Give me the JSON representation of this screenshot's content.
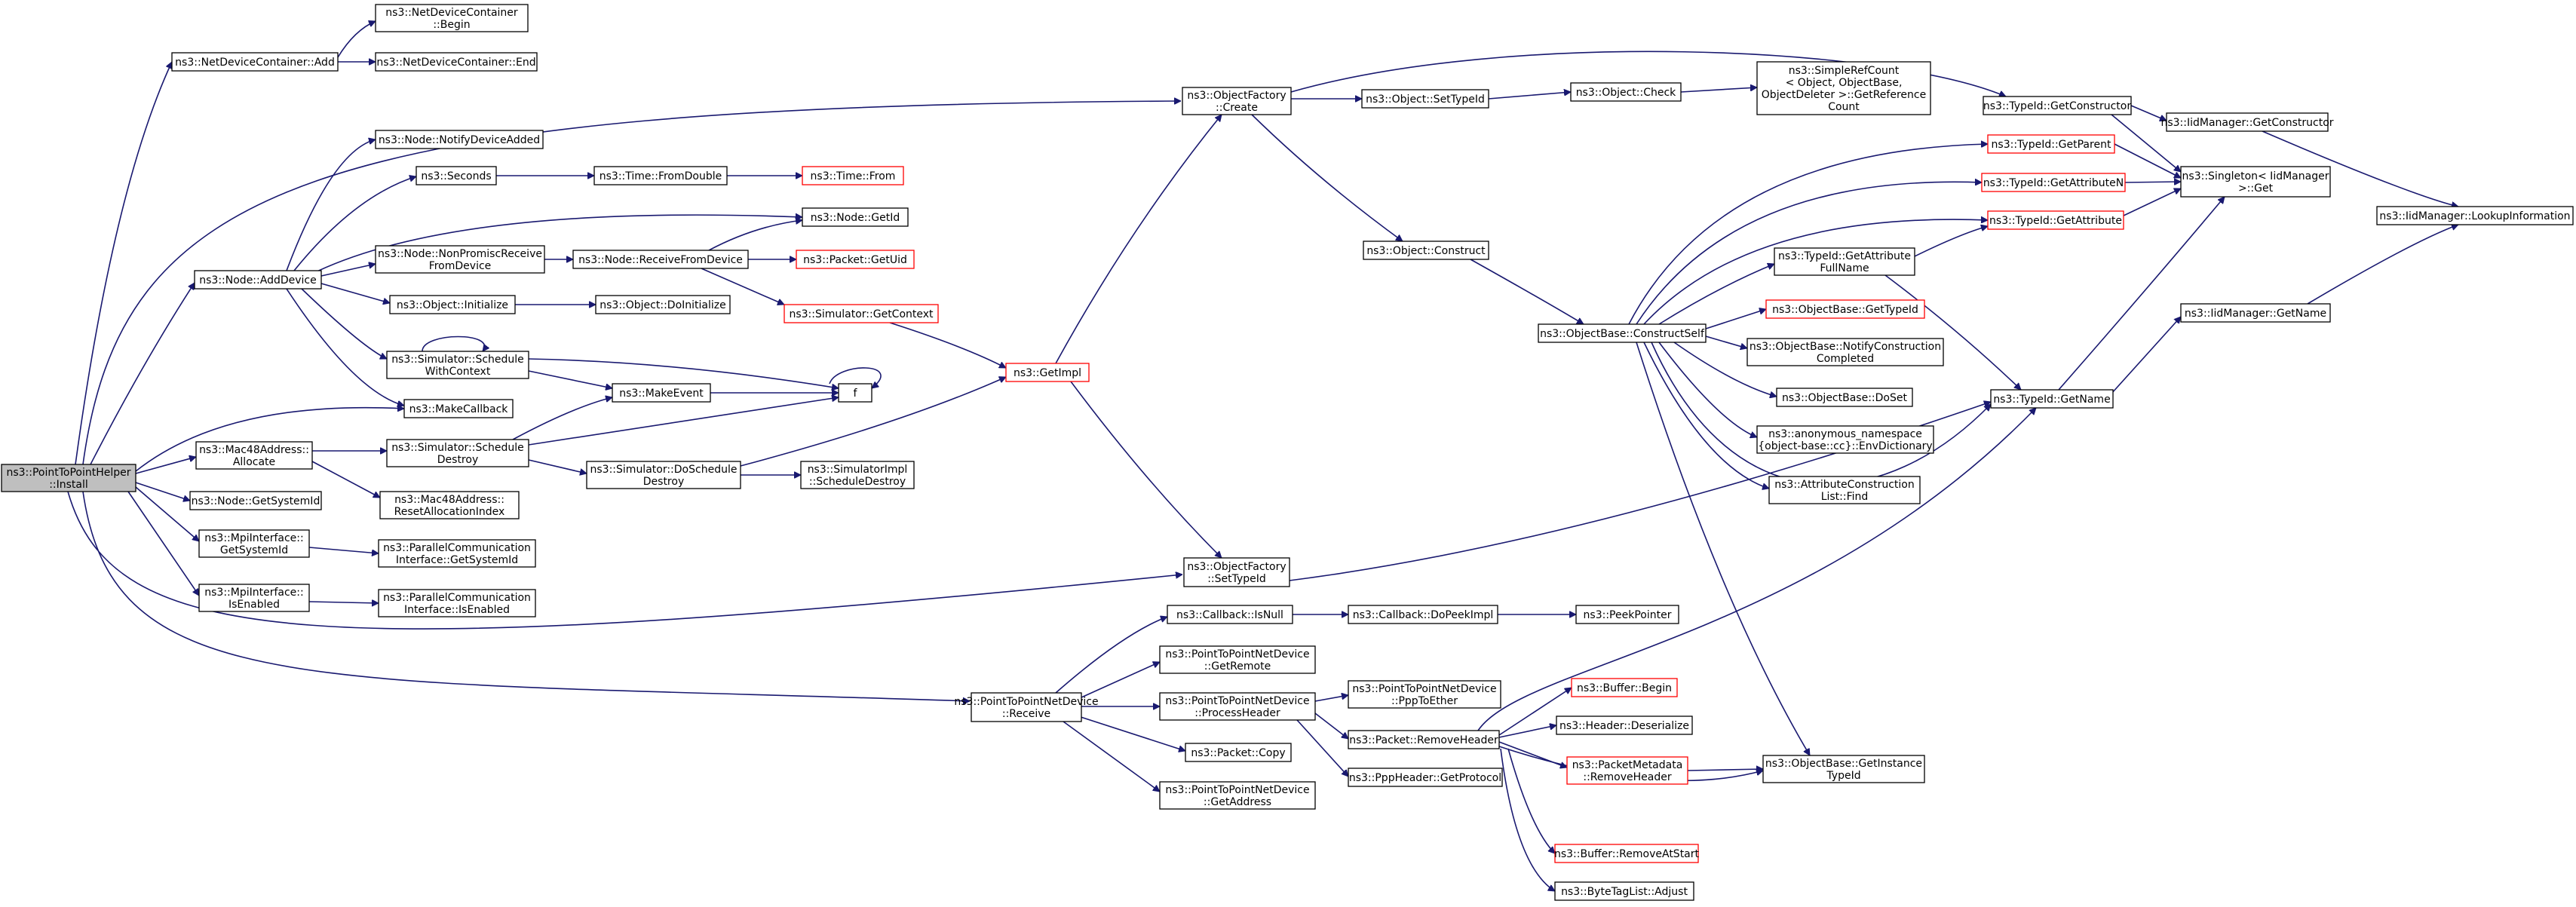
{
  "graph": {
    "nodes": [
      {
        "id": "root",
        "lines": [
          "ns3::PointToPointHelper",
          "::Install"
        ],
        "style": "root"
      },
      {
        "id": "ndc_add",
        "lines": [
          "ns3::NetDeviceContainer::Add"
        ]
      },
      {
        "id": "ndc_begin",
        "lines": [
          "ns3::NetDeviceContainer",
          "::Begin"
        ]
      },
      {
        "id": "ndc_end",
        "lines": [
          "ns3::NetDeviceContainer::End"
        ]
      },
      {
        "id": "node_notify",
        "lines": [
          "ns3::Node::NotifyDeviceAdded"
        ]
      },
      {
        "id": "seconds",
        "lines": [
          "ns3::Seconds"
        ]
      },
      {
        "id": "time_fromdouble",
        "lines": [
          "ns3::Time::FromDouble"
        ]
      },
      {
        "id": "time_from",
        "lines": [
          "ns3::Time::From"
        ],
        "style": "red"
      },
      {
        "id": "node_getid",
        "lines": [
          "ns3::Node::GetId"
        ]
      },
      {
        "id": "node_adddevice",
        "lines": [
          "ns3::Node::AddDevice"
        ]
      },
      {
        "id": "node_nonpromisc",
        "lines": [
          "ns3::Node::NonPromiscReceive",
          "FromDevice"
        ]
      },
      {
        "id": "node_receivefrom",
        "lines": [
          "ns3::Node::ReceiveFromDevice"
        ]
      },
      {
        "id": "packet_getuid",
        "lines": [
          "ns3::Packet::GetUid"
        ],
        "style": "red"
      },
      {
        "id": "sim_getcontext",
        "lines": [
          "ns3::Simulator::GetContext"
        ],
        "style": "red"
      },
      {
        "id": "obj_initialize",
        "lines": [
          "ns3::Object::Initialize"
        ]
      },
      {
        "id": "obj_doinitialize",
        "lines": [
          "ns3::Object::DoInitialize"
        ]
      },
      {
        "id": "sim_schedwithctx",
        "lines": [
          "ns3::Simulator::Schedule",
          "WithContext"
        ]
      },
      {
        "id": "makeevent",
        "lines": [
          "ns3::MakeEvent"
        ]
      },
      {
        "id": "f",
        "lines": [
          "f"
        ]
      },
      {
        "id": "makecallback",
        "lines": [
          "ns3::MakeCallback"
        ]
      },
      {
        "id": "mac48_allocate",
        "lines": [
          "ns3::Mac48Address::",
          "Allocate"
        ]
      },
      {
        "id": "sim_scheddestroy",
        "lines": [
          "ns3::Simulator::Schedule",
          "Destroy"
        ]
      },
      {
        "id": "sim_doscheddestroy",
        "lines": [
          "ns3::Simulator::DoSchedule",
          "Destroy"
        ]
      },
      {
        "id": "simimpl_scheddestroy",
        "lines": [
          "ns3::SimulatorImpl",
          "::ScheduleDestroy"
        ]
      },
      {
        "id": "mac48_reset",
        "lines": [
          "ns3::Mac48Address::",
          "ResetAllocationIndex"
        ]
      },
      {
        "id": "node_getsystemid",
        "lines": [
          "ns3::Node::GetSystemId"
        ]
      },
      {
        "id": "mpi_getsystemid",
        "lines": [
          "ns3::MpiInterface::",
          "GetSystemId"
        ]
      },
      {
        "id": "pci_getsystemid",
        "lines": [
          "ns3::ParallelCommunication",
          "Interface::GetSystemId"
        ]
      },
      {
        "id": "mpi_isenabled",
        "lines": [
          "ns3::MpiInterface::",
          "IsEnabled"
        ]
      },
      {
        "id": "pci_isenabled",
        "lines": [
          "ns3::ParallelCommunication",
          "Interface::IsEnabled"
        ]
      },
      {
        "id": "getimpl",
        "lines": [
          "ns3::GetImpl"
        ],
        "style": "red"
      },
      {
        "id": "of_create",
        "lines": [
          "ns3::ObjectFactory",
          "::Create"
        ]
      },
      {
        "id": "obj_settypeid",
        "lines": [
          "ns3::Object::SetTypeId"
        ]
      },
      {
        "id": "obj_check",
        "lines": [
          "ns3::Object::Check"
        ]
      },
      {
        "id": "simplerefcount",
        "lines": [
          "ns3::SimpleRefCount",
          "< Object, ObjectBase,",
          "ObjectDeleter >::GetReference",
          "Count"
        ]
      },
      {
        "id": "obj_construct",
        "lines": [
          "ns3::Object::Construct"
        ]
      },
      {
        "id": "ob_constructself",
        "lines": [
          "ns3::ObjectBase::ConstructSelf"
        ]
      },
      {
        "id": "typeid_getattrfullname",
        "lines": [
          "ns3::TypeId::GetAttribute",
          "FullName"
        ]
      },
      {
        "id": "ob_gettypeid",
        "lines": [
          "ns3::ObjectBase::GetTypeId"
        ],
        "style": "red"
      },
      {
        "id": "ob_notifyconstruction",
        "lines": [
          "ns3::ObjectBase::NotifyConstruction",
          "Completed"
        ]
      },
      {
        "id": "ob_doset",
        "lines": [
          "ns3::ObjectBase::DoSet"
        ]
      },
      {
        "id": "anon_envdict",
        "lines": [
          "ns3::anonymous_namespace",
          "{object-base::cc}::EnvDictionary"
        ]
      },
      {
        "id": "attrconst_find",
        "lines": [
          "ns3::AttributeConstruction",
          "List::Find"
        ]
      },
      {
        "id": "typeid_getconstructor",
        "lines": [
          "ns3::TypeId::GetConstructor"
        ]
      },
      {
        "id": "typeid_getparent",
        "lines": [
          "ns3::TypeId::GetParent"
        ],
        "style": "red"
      },
      {
        "id": "typeid_getattributen",
        "lines": [
          "ns3::TypeId::GetAttributeN"
        ],
        "style": "red"
      },
      {
        "id": "typeid_getattribute",
        "lines": [
          "ns3::TypeId::GetAttribute"
        ],
        "style": "red"
      },
      {
        "id": "iidmgr_getconstructor",
        "lines": [
          "ns3::IidManager::GetConstructor"
        ]
      },
      {
        "id": "singleton_get",
        "lines": [
          "ns3::Singleton< IidManager",
          "  >::Get"
        ]
      },
      {
        "id": "iidmgr_lookup",
        "lines": [
          "ns3::IidManager::LookupInformation"
        ]
      },
      {
        "id": "iidmgr_getname",
        "lines": [
          "ns3::IidManager::GetName"
        ]
      },
      {
        "id": "typeid_getname",
        "lines": [
          "ns3::TypeId::GetName"
        ]
      },
      {
        "id": "of_settypeid",
        "lines": [
          "ns3::ObjectFactory",
          "::SetTypeId"
        ]
      },
      {
        "id": "p2p_receive",
        "lines": [
          "ns3::PointToPointNetDevice",
          "::Receive"
        ]
      },
      {
        "id": "cb_isnull",
        "lines": [
          "ns3::Callback::IsNull"
        ]
      },
      {
        "id": "cb_dopeekimpl",
        "lines": [
          "ns3::Callback::DoPeekImpl"
        ]
      },
      {
        "id": "peekpointer",
        "lines": [
          "ns3::PeekPointer"
        ]
      },
      {
        "id": "p2p_getremote",
        "lines": [
          "ns3::PointToPointNetDevice",
          "::GetRemote"
        ]
      },
      {
        "id": "p2p_processheader",
        "lines": [
          "ns3::PointToPointNetDevice",
          "::ProcessHeader"
        ]
      },
      {
        "id": "p2p_ppptoether",
        "lines": [
          "ns3::PointToPointNetDevice",
          "::PppToEther"
        ]
      },
      {
        "id": "packet_removeheader",
        "lines": [
          "ns3::Packet::RemoveHeader"
        ]
      },
      {
        "id": "pppheader_getprotocol",
        "lines": [
          "ns3::PppHeader::GetProtocol"
        ]
      },
      {
        "id": "packet_copy",
        "lines": [
          "ns3::Packet::Copy"
        ]
      },
      {
        "id": "p2p_getaddress",
        "lines": [
          "ns3::PointToPointNetDevice",
          "::GetAddress"
        ]
      },
      {
        "id": "buffer_begin",
        "lines": [
          "ns3::Buffer::Begin"
        ],
        "style": "red"
      },
      {
        "id": "header_deserialize",
        "lines": [
          "ns3::Header::Deserialize"
        ]
      },
      {
        "id": "pm_removeheader",
        "lines": [
          "ns3::PacketMetadata",
          "::RemoveHeader"
        ],
        "style": "red"
      },
      {
        "id": "ob_getinstancetypeid",
        "lines": [
          "ns3::ObjectBase::GetInstance",
          "TypeId"
        ]
      },
      {
        "id": "buffer_removeatstart",
        "lines": [
          "ns3::Buffer::RemoveAtStart"
        ],
        "style": "red"
      },
      {
        "id": "bytetaglist_adjust",
        "lines": [
          "ns3::ByteTagList::Adjust"
        ]
      }
    ]
  }
}
